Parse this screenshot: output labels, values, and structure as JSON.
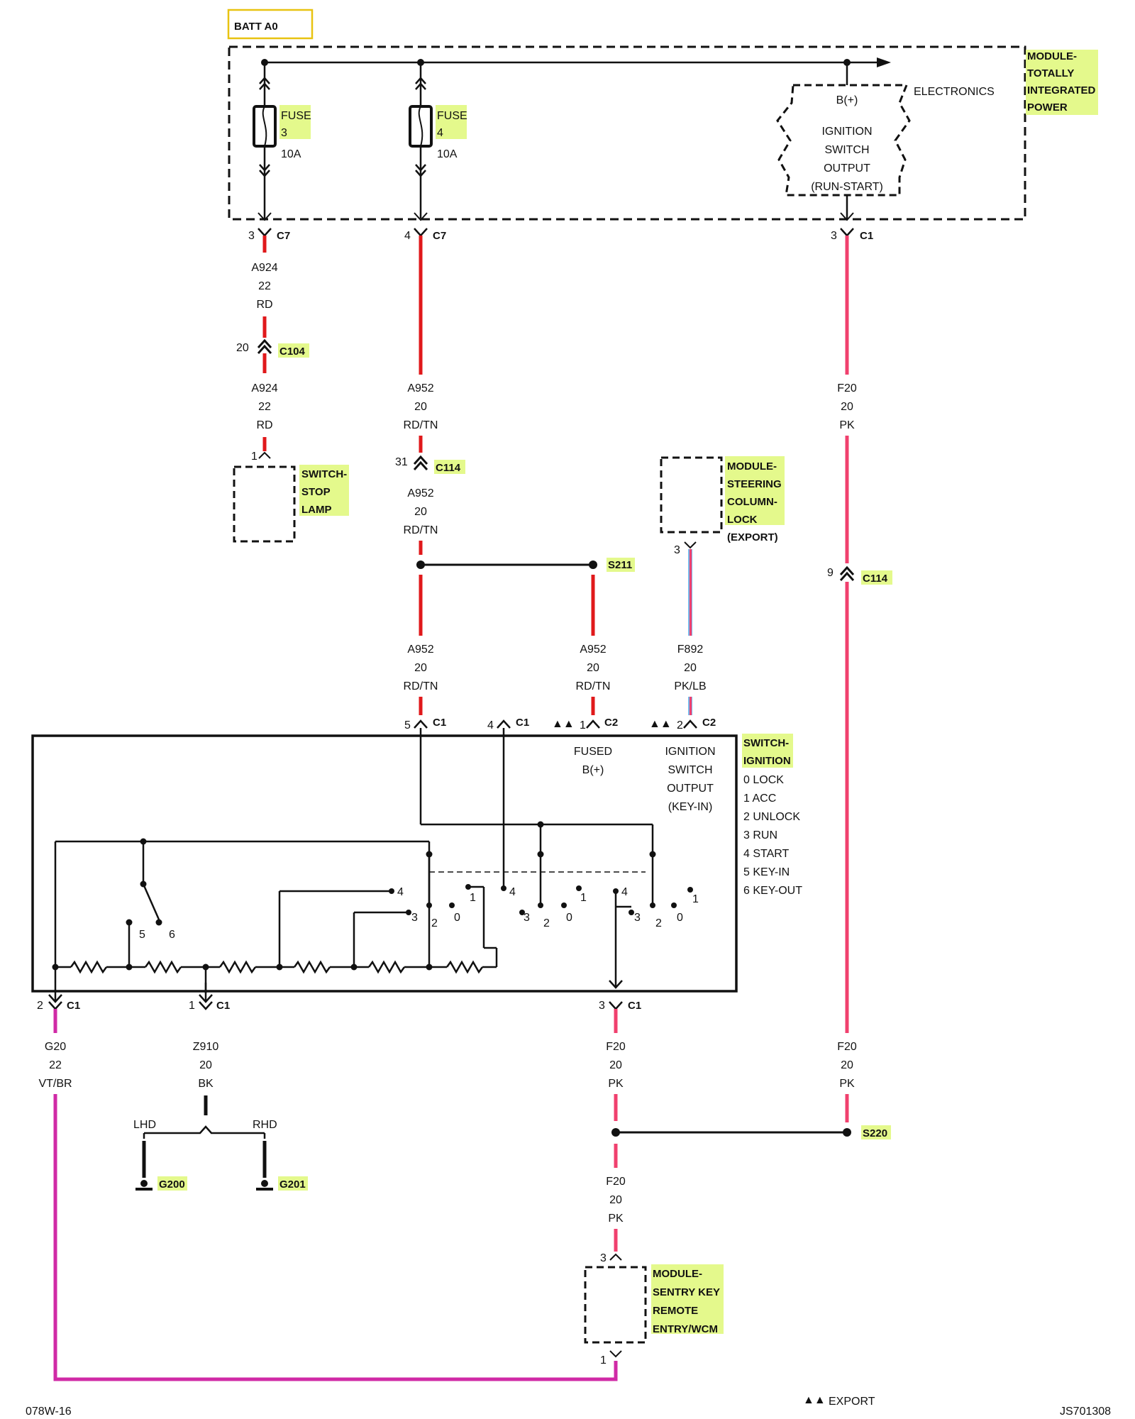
{
  "batt": "BATT A0",
  "tipm": {
    "title": [
      "MODULE-",
      "TOTALLY",
      "INTEGRATED",
      "POWER"
    ],
    "electronics": "ELECTRONICS",
    "fuse3": {
      "label": "FUSE",
      "num": "3",
      "rating": "10A"
    },
    "fuse4": {
      "label": "FUSE",
      "num": "4",
      "rating": "10A"
    },
    "ign_output": [
      "B(+)",
      "IGNITION",
      "SWITCH",
      "OUTPUT",
      "(RUN-START)"
    ]
  },
  "connectors": {
    "c7_3": {
      "pin": "3",
      "name": "C7"
    },
    "c7_4": {
      "pin": "4",
      "name": "C7"
    },
    "tipm_c1_3": {
      "pin": "3",
      "name": "C1"
    },
    "c104": {
      "pin": "20",
      "name": "C104"
    },
    "c114_31": {
      "pin": "31",
      "name": "C114"
    },
    "c114_9": {
      "pin": "9",
      "name": "C114"
    },
    "stop_lamp_1": {
      "pin": "1"
    },
    "scl_3": {
      "pin": "3"
    },
    "ign_c1_5": {
      "pin": "5",
      "name": "C1"
    },
    "ign_c1_4": {
      "pin": "4",
      "name": "C1"
    },
    "ign_c2_1": {
      "pin": "1",
      "name": "C2"
    },
    "ign_c2_2": {
      "pin": "2",
      "name": "C2"
    },
    "ign_c1_2": {
      "pin": "2",
      "name": "C1"
    },
    "ign_c1_1": {
      "pin": "1",
      "name": "C1"
    },
    "ign_c1_3": {
      "pin": "3",
      "name": "C1"
    },
    "skreem_3": {
      "pin": "3"
    },
    "skreem_1": {
      "pin": "1"
    }
  },
  "splices": {
    "s211": "S211",
    "s220": "S220"
  },
  "wires": {
    "a924_a": [
      "A924",
      "22",
      "RD"
    ],
    "a924_b": [
      "A924",
      "22",
      "RD"
    ],
    "a952_a": [
      "A952",
      "20",
      "RD/TN"
    ],
    "a952_b": [
      "A952",
      "20",
      "RD/TN"
    ],
    "a952_c": [
      "A952",
      "20",
      "RD/TN"
    ],
    "a952_d": [
      "A952",
      "20",
      "RD/TN"
    ],
    "f892": [
      "F892",
      "20",
      "PK/LB"
    ],
    "f20_a": [
      "F20",
      "20",
      "PK"
    ],
    "f20_b": [
      "F20",
      "20",
      "PK"
    ],
    "f20_c": [
      "F20",
      "20",
      "PK"
    ],
    "f20_d": [
      "F20",
      "20",
      "PK"
    ],
    "g20": [
      "G20",
      "22",
      "VT/BR"
    ],
    "z910": [
      "Z910",
      "20",
      "BK"
    ]
  },
  "stop_lamp": [
    "SWITCH-",
    "STOP",
    "LAMP"
  ],
  "steering_lock": [
    "MODULE-",
    "STEERING",
    "COLUMN-",
    "LOCK",
    "(EXPORT)"
  ],
  "ignition_switch": {
    "title": [
      "SWITCH-",
      "IGNITION"
    ],
    "positions": [
      "0 LOCK",
      "1 ACC",
      "2 UNLOCK",
      "3 RUN",
      "4 START",
      "5 KEY-IN",
      "6 KEY-OUT"
    ],
    "fused": [
      "FUSED",
      "B(+)"
    ],
    "output": [
      "IGNITION",
      "SWITCH",
      "OUTPUT",
      "(KEY-IN)"
    ],
    "contacts_a": [
      "5",
      "6"
    ],
    "contacts_b": [
      "4",
      "3",
      "2",
      "0",
      "1"
    ],
    "contacts_c": [
      "4",
      "3",
      "2",
      "0",
      "1"
    ],
    "contacts_d": [
      "4",
      "3",
      "2",
      "0",
      "1"
    ]
  },
  "grounds": {
    "lhd": "LHD",
    "rhd": "RHD",
    "g200": "G200",
    "g201": "G201"
  },
  "skreem": [
    "MODULE-",
    "SENTRY KEY",
    "REMOTE",
    "ENTRY/WCM"
  ],
  "export_mark": "▲▲",
  "export_note": "EXPORT",
  "footer_left": "078W-16",
  "footer_right": "JS701308",
  "colors": {
    "red": "#e0191b",
    "pink": "#f0406e",
    "magenta": "#d02aa6",
    "blue": "#7ab8ea",
    "black": "#111111",
    "highlight": "#e4f98c",
    "batt_border": "#e8c311"
  }
}
